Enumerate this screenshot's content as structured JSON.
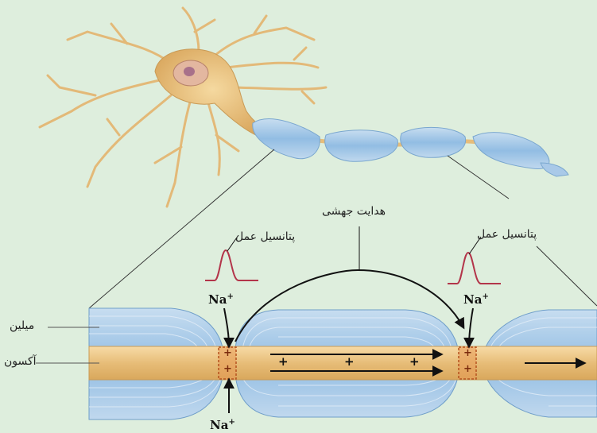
{
  "labels": {
    "saltatory_conduction": "هدایت جهشی",
    "action_potential_left": "پتانسیل عمل",
    "action_potential_right": "پتانسیل عمل",
    "myelin": "میلین",
    "axon": "آکسون",
    "sodium_ion": "Na",
    "sodium_charge": "+"
  },
  "colors": {
    "background": "#deeedd",
    "myelin_blue": "#9fc4e6",
    "axon_tan": "#e9c382",
    "action_potential_curve": "#b3354a",
    "neuron_body": "#eac488",
    "node_plus": "#b5521f"
  }
}
